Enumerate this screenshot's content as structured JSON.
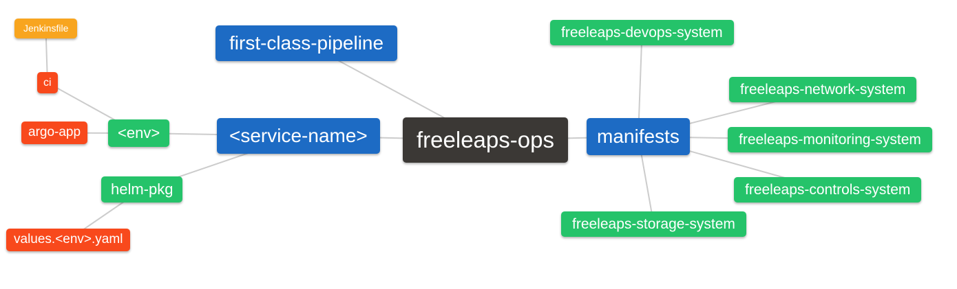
{
  "palette": {
    "root_dark": "#3b3835",
    "branch_blue": "#1d6bc4",
    "leaf_green": "#25c36a",
    "leaf_orange": "#f8a51f",
    "leaf_red": "#f8491c",
    "edge_line": "#cccccc",
    "node_text": "#ffffff",
    "background": "#ffffff"
  },
  "diagram": {
    "type": "mindmap",
    "root": "freeleaps-ops",
    "nodes": {
      "jenkinsfile": {
        "label": "Jenkinsfile"
      },
      "ci": {
        "label": "ci"
      },
      "argo_app": {
        "label": "argo-app"
      },
      "env": {
        "label": "<env>"
      },
      "helm_pkg": {
        "label": "helm-pkg"
      },
      "values_yaml": {
        "label": "values.<env>.yaml"
      },
      "pipeline": {
        "label": "first-class-pipeline"
      },
      "service_name": {
        "label": "<service-name>"
      },
      "ops": {
        "label": "freeleaps-ops"
      },
      "manifests": {
        "label": "manifests"
      },
      "devops_system": {
        "label": "freeleaps-devops-system"
      },
      "network_system": {
        "label": "freeleaps-network-system"
      },
      "monitoring_system": {
        "label": "freeleaps-monitoring-system"
      },
      "controls_system": {
        "label": "freeleaps-controls-system"
      },
      "storage_system": {
        "label": "freeleaps-storage-system"
      }
    },
    "edges": [
      {
        "from": "jenkinsfile",
        "to": "ci"
      },
      {
        "from": "ci",
        "to": "env"
      },
      {
        "from": "argo_app",
        "to": "env"
      },
      {
        "from": "env",
        "to": "service_name"
      },
      {
        "from": "values_yaml",
        "to": "helm_pkg"
      },
      {
        "from": "helm_pkg",
        "to": "service_name"
      },
      {
        "from": "pipeline",
        "to": "ops"
      },
      {
        "from": "service_name",
        "to": "ops"
      },
      {
        "from": "ops",
        "to": "manifests"
      },
      {
        "from": "manifests",
        "to": "devops_system"
      },
      {
        "from": "manifests",
        "to": "network_system"
      },
      {
        "from": "manifests",
        "to": "monitoring_system"
      },
      {
        "from": "manifests",
        "to": "controls_system"
      },
      {
        "from": "manifests",
        "to": "storage_system"
      }
    ]
  }
}
